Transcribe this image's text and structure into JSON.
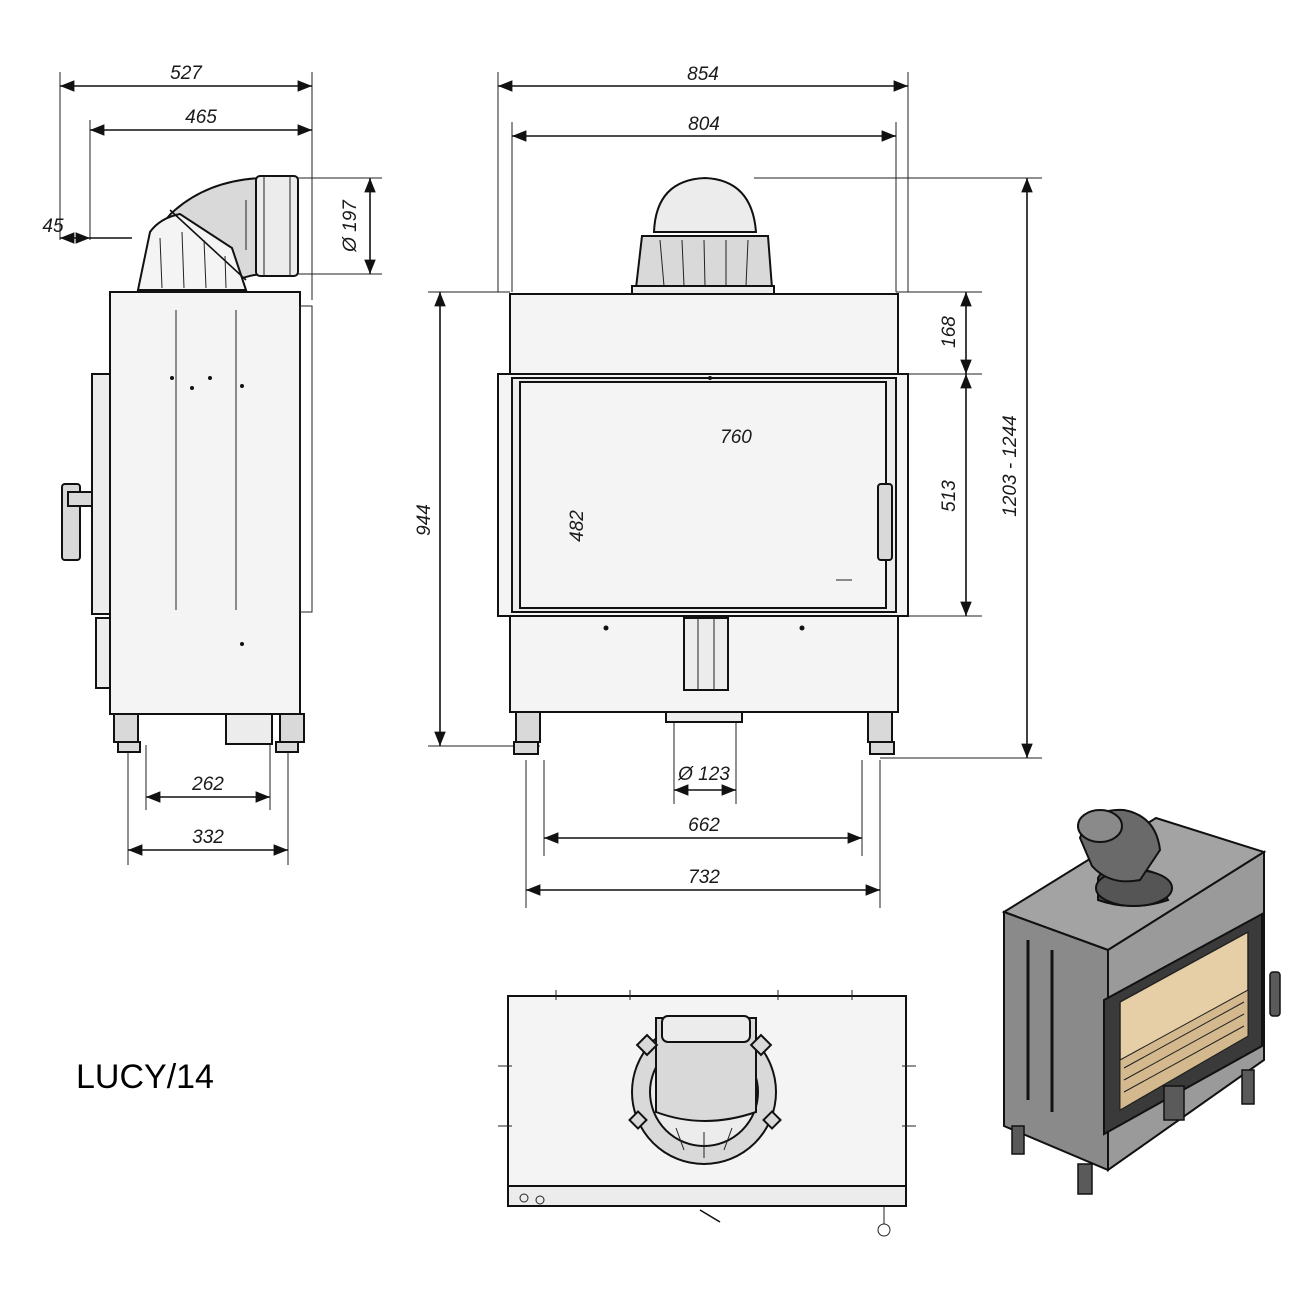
{
  "model": "LUCY/14",
  "dimensions": {
    "side_total_depth": "527",
    "side_body_depth": "465",
    "side_offset": "45",
    "flue_diameter_top": "Ø 197",
    "side_leg_inner": "262",
    "side_leg_outer": "332",
    "front_total_width": "854",
    "front_body_width": "804",
    "total_height": "1203 - 1244",
    "top_section_height": "168",
    "glass_height": "513",
    "body_height": "944",
    "glass_width": "760",
    "glass_inner_height": "482",
    "air_inlet_diameter": "Ø 123",
    "leg_inner_width": "662",
    "leg_outer_width": "732"
  },
  "colors": {
    "line": "#111111",
    "steel": "#8a8a8a",
    "firebrick": "#e6cfa6",
    "background": "#ffffff"
  }
}
